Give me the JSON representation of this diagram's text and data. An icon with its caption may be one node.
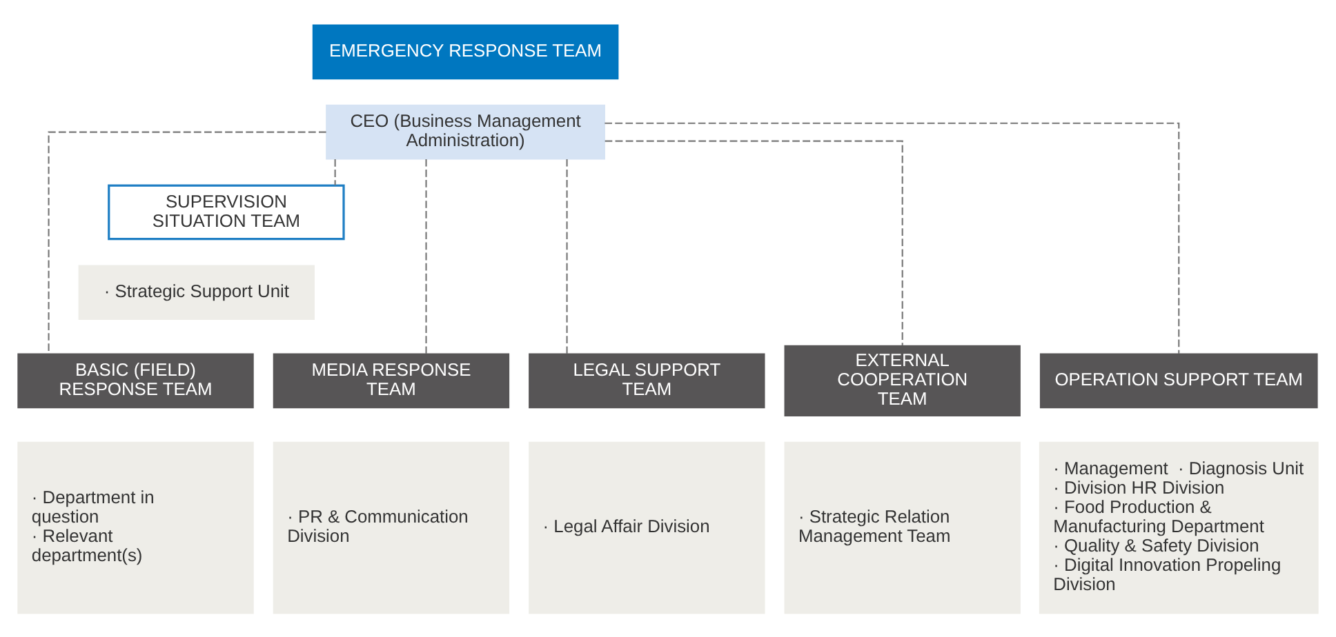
{
  "diagram": {
    "nodes": [
      {
        "text": [
          "EMERGENCY RESPONSE TEAM"
        ]
      },
      {
        "text": [
          "CEO (Business Management Administration)"
        ]
      },
      {
        "text": [
          "SUPERVISION SITUATION TEAM"
        ]
      },
      {
        "text": [
          "· Strategic Support Unit"
        ]
      },
      {
        "text": [
          "BASIC (FIELD) RESPONSE TEAM"
        ]
      },
      {
        "text": [
          "MEDIA RESPONSE TEAM"
        ]
      },
      {
        "text": [
          "LEGAL SUPPORT TEAM"
        ]
      },
      {
        "text": [
          "EXTERNAL COOPERATION TEAM"
        ]
      },
      {
        "text": [
          "OPERATION SUPPORT TEAM"
        ]
      },
      {
        "text": [
          "· Department in question",
          "· Relevant department(s)"
        ]
      },
      {
        "text": [
          "· PR & Communication Division"
        ]
      },
      {
        "text": [
          "· Legal Affair Division"
        ]
      },
      {
        "text": [
          "· Strategic Relation Management Team"
        ]
      },
      {
        "text": [
          "· Management  · Diagnosis Unit",
          "· Division HR Division",
          "· Food Production & Manufacturing Department",
          "· Quality & Safety Division",
          "· Digital Innovation Propeling Division"
        ]
      }
    ],
    "edges": [
      {
        "from": 1,
        "to": 2,
        "arrow": "none",
        "style": "dashed"
      },
      {
        "from": 1,
        "to": 4,
        "arrow": "none",
        "style": "dashed"
      },
      {
        "from": 1,
        "to": 5,
        "arrow": "none",
        "style": "dashed"
      },
      {
        "from": 1,
        "to": 6,
        "arrow": "none",
        "style": "dashed"
      },
      {
        "from": 1,
        "to": 7,
        "arrow": "none",
        "style": "dashed"
      },
      {
        "from": 1,
        "to": 8,
        "arrow": "none",
        "style": "dashed"
      }
    ]
  }
}
